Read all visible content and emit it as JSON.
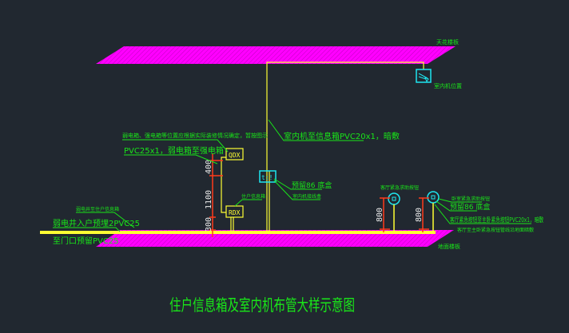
{
  "title": "住户信息箱及室内机布管大样示意图",
  "colors": {
    "background": "#212830",
    "slab": "#ff00ff",
    "pipe": "#ffff33",
    "label": "#19e619",
    "dimension": "#ff3b1a",
    "device": "#1ee6f0"
  },
  "labels": {
    "ceiling_slab": "天花楼板",
    "floor_slab": "地面楼板",
    "indoor_unit": "室内机位置",
    "qdx_note": "弱电箱、强电箱等位置应根据实际装修情况确定，暂按图示",
    "qdx_pipe": "PVC25x1，弱电箱至强电箱",
    "box_qdx": "QDX",
    "box_rdx": "RDX",
    "rdx_label": "住户信息箱",
    "riser_pipe": "室内机至信息箱PVC20x1，暗敷",
    "box86": "预留86 底盒",
    "box86_note": "室内机接线盒",
    "incoming_1": "弱电井至住户信息箱",
    "incoming_2": "弱电井入户预埋2PVC25",
    "incoming_3": "至门口预留PVC25",
    "left_device": "客厅紧急求助按钮",
    "right_device_1": "卧室紧急求助按钮",
    "right_box86": "预留86 底盒",
    "right_pipe": "客厅紧急按钮至主卧紧急按钮PVC20x1，暗敷",
    "right_pipe_2": "客厅至主卧紧急按钮管线沿地面暗敷"
  },
  "dimensions": {
    "qdx_height": "400",
    "rdx_height": "1100",
    "floor_height": "300",
    "left_button": "800",
    "right_button": "800"
  },
  "icons": [
    "indoor-unit-icon",
    "junction-box-icon",
    "emergency-button-icon"
  ]
}
